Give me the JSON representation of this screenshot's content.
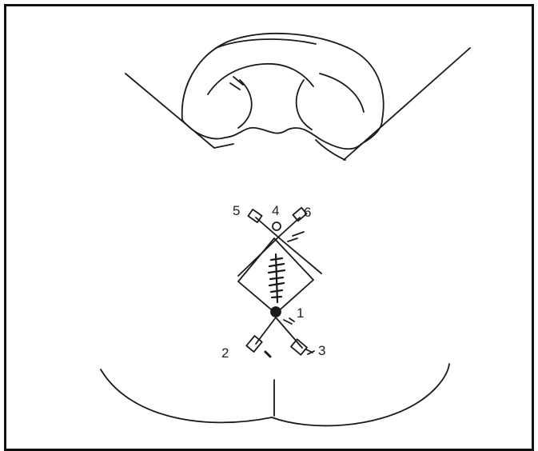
{
  "labels": {
    "n1": "1",
    "n2": "2",
    "n3": "3",
    "n4": "4",
    "n5": "5",
    "n6": "6"
  },
  "colors": {
    "ink": "#1a1a1a",
    "background": "#ffffff"
  }
}
